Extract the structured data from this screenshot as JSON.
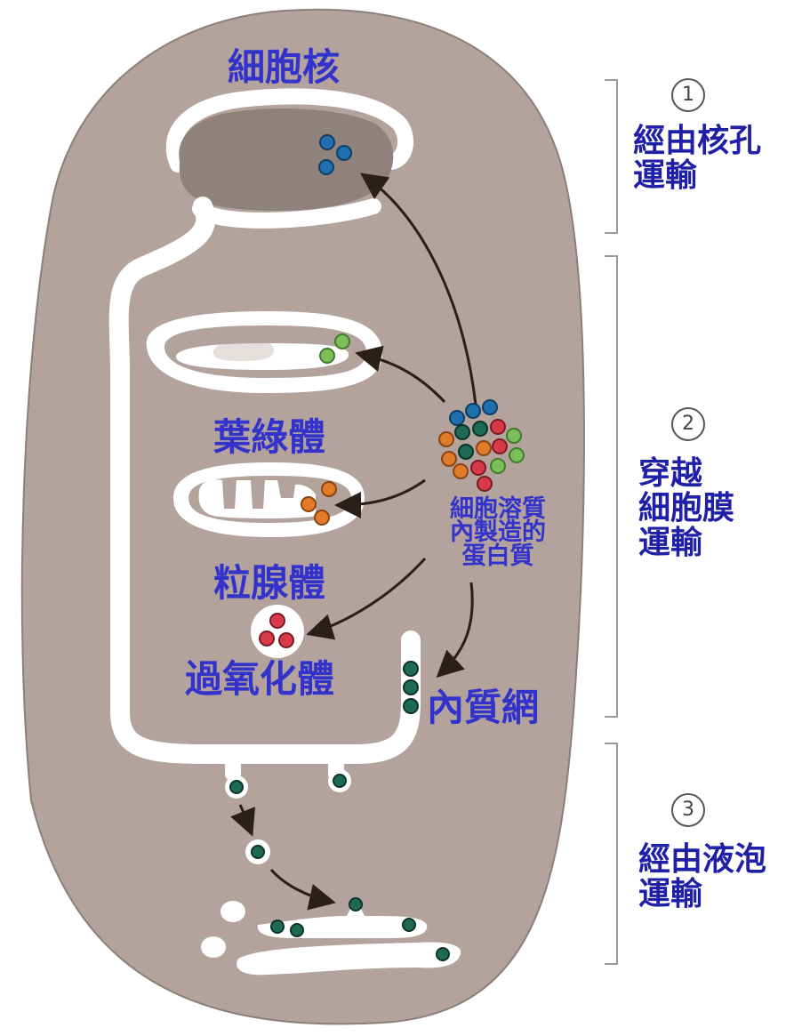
{
  "labels": {
    "nucleus": "細胞核",
    "chloroplast": "葉綠體",
    "mitochondrion": "粒腺體",
    "peroxisome": "過氧化體",
    "er": "內質網",
    "cytosol_protein": [
      "細胞溶質",
      "內製造的",
      "蛋白質"
    ]
  },
  "pathways": [
    {
      "number": "1",
      "lines": [
        "經由核孔",
        "運輸"
      ]
    },
    {
      "number": "2",
      "lines": [
        "穿越",
        "細胞膜",
        "運輸"
      ]
    },
    {
      "number": "3",
      "lines": [
        "經由液泡",
        "運輸"
      ]
    }
  ],
  "colors": {
    "cell": "#b3a39c",
    "cell_border": "#8c7e78",
    "nucleus": "#8f817b",
    "membrane": "#ffffff",
    "label": "#3333cc",
    "protein_blue": "#1f6fae",
    "protein_green": "#7cbf5a",
    "protein_orange": "#e07b2a",
    "protein_red": "#d83a4a",
    "protein_teal": "#1d6b55"
  }
}
